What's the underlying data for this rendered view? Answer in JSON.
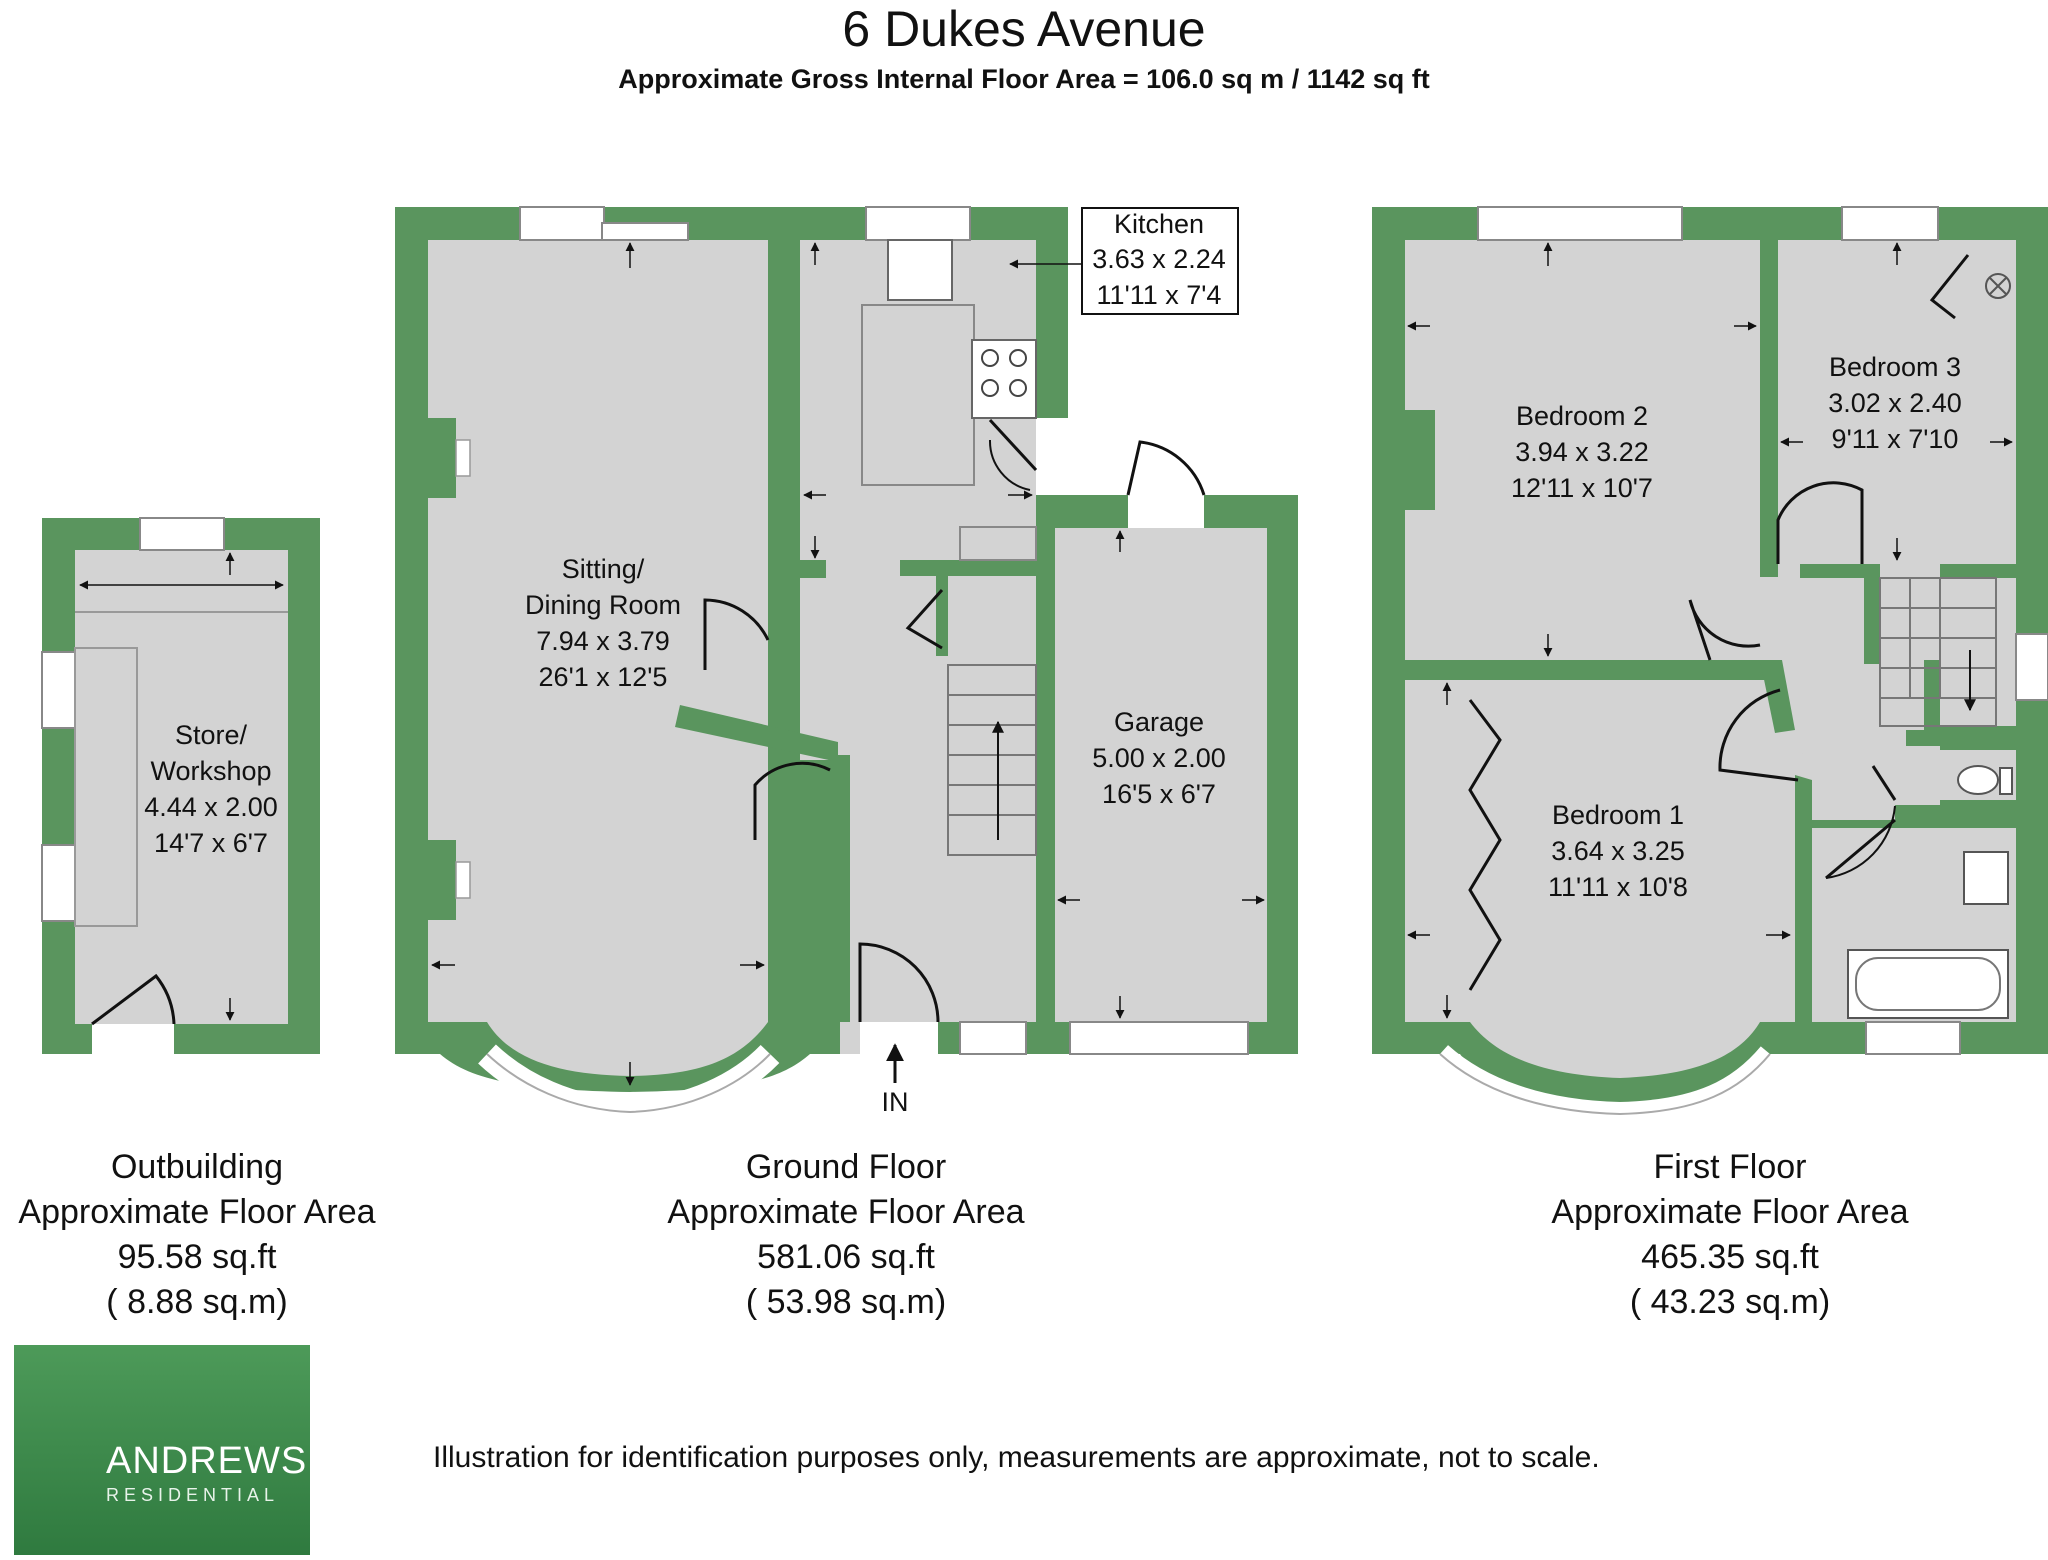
{
  "header": {
    "title": "6 Dukes Avenue",
    "subtitle": "Approximate Gross Internal Floor Area = 106.0 sq m / 1142 sq ft"
  },
  "rooms": {
    "kitchen": {
      "name": "Kitchen",
      "metric": "3.63 x 2.24",
      "imperial": "11'11 x 7'4"
    },
    "sitting": {
      "name_line1": "Sitting/",
      "name_line2": "Dining Room",
      "metric": "7.94 x 3.79",
      "imperial": "26'1 x 12'5"
    },
    "garage": {
      "name": "Garage",
      "metric": "5.00 x 2.00",
      "imperial": "16'5 x 6'7"
    },
    "store": {
      "name_line1": "Store/",
      "name_line2": "Workshop",
      "metric": "4.44 x 2.00",
      "imperial": "14'7 x 6'7"
    },
    "bedroom2": {
      "name": "Bedroom 2",
      "metric": "3.94 x 3.22",
      "imperial": "12'11 x 10'7"
    },
    "bedroom3": {
      "name": "Bedroom 3",
      "metric": "3.02 x 2.40",
      "imperial": "9'11 x 7'10"
    },
    "bedroom1": {
      "name": "Bedroom 1",
      "metric": "3.64 x 3.25",
      "imperial": "11'11 x 10'8"
    }
  },
  "entrance_label": "IN",
  "floors": {
    "outbuilding": {
      "name": "Outbuilding",
      "label": "Approximate Floor Area",
      "sqft": "95.58 sq.ft",
      "sqm": "( 8.88 sq.m)"
    },
    "ground": {
      "name": "Ground Floor",
      "label": "Approximate Floor Area",
      "sqft": "581.06 sq.ft",
      "sqm": "( 53.98 sq.m)"
    },
    "first": {
      "name": "First Floor",
      "label": "Approximate Floor Area",
      "sqft": "465.35 sq.ft",
      "sqm": "( 43.23 sq.m)"
    }
  },
  "disclaimer": "Illustration for identification purposes only, measurements are approximate, not to scale.",
  "logo": {
    "word": "ANDREWS",
    "sub": "RESIDENTIAL"
  },
  "colors": {
    "wall": "#5a955e",
    "floor": "#d3d3d3",
    "logo": "#3f8a4c"
  }
}
